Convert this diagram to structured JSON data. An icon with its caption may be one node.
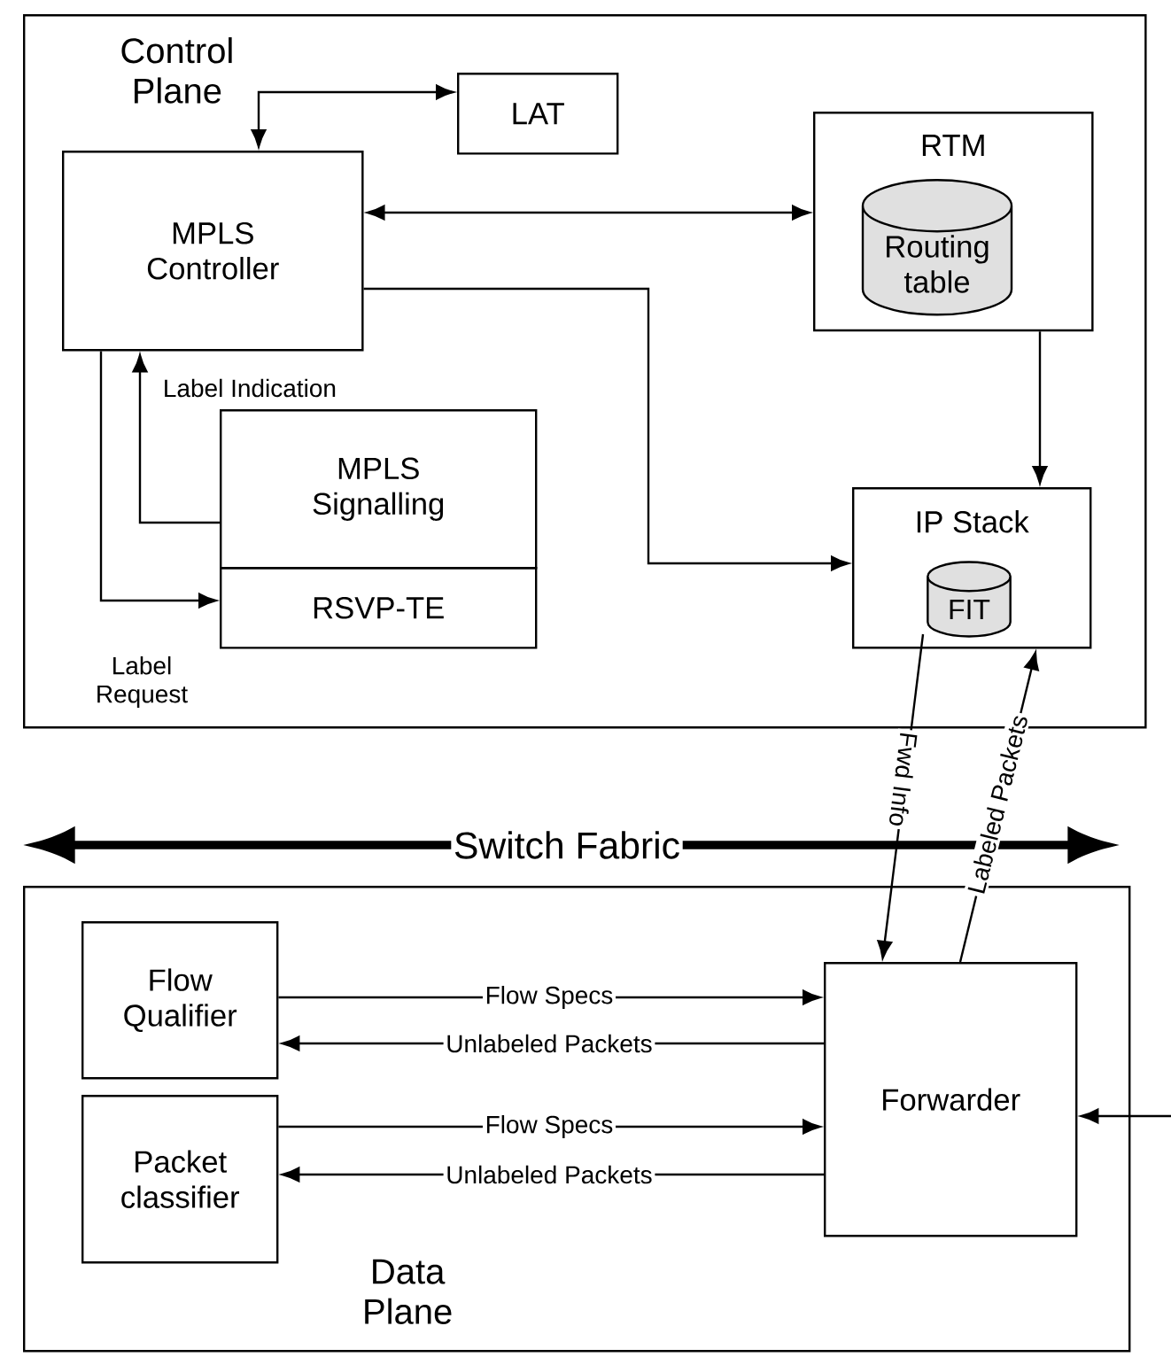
{
  "diagram": {
    "nodes": [
      {
        "text": [
          "Control Plane"
        ]
      },
      {
        "text": [
          "LAT"
        ],
        "in": 0
      },
      {
        "text": [
          "MPLS Controller"
        ],
        "in": 0
      },
      {
        "text": [
          "RTM"
        ],
        "in": 0
      },
      {
        "text": [
          "Routing table"
        ],
        "in": 3
      },
      {
        "text": [
          "MPLS Signalling"
        ],
        "in": 0
      },
      {
        "text": [
          "RSVP-TE"
        ],
        "in": 0
      },
      {
        "text": [
          "IP Stack"
        ],
        "in": 0
      },
      {
        "text": [
          "FIT"
        ],
        "in": 7
      },
      {
        "text": [
          "Data Plane"
        ]
      },
      {
        "text": [
          "Flow Qualifier"
        ],
        "in": 9
      },
      {
        "text": [
          "Packet classifier"
        ],
        "in": 9
      },
      {
        "text": [
          "Forwarder"
        ],
        "in": 9
      }
    ],
    "edges": [
      {
        "from": 2,
        "to": 1,
        "arrow": "both"
      },
      {
        "from": 2,
        "to": 3,
        "arrow": "both"
      },
      {
        "from": 2,
        "to": 7,
        "arrow": "to"
      },
      {
        "from": 3,
        "to": 7,
        "arrow": "to"
      },
      {
        "from": 5,
        "to": 2,
        "arrow": "to",
        "label": "Label Indication"
      },
      {
        "from": 2,
        "to": 6,
        "arrow": "to",
        "label": "Label Request"
      },
      {
        "from": 8,
        "to": 12,
        "arrow": "to",
        "label": "Fwd Info"
      },
      {
        "from": 12,
        "to": 7,
        "arrow": "to",
        "label": "Labeled Packets"
      },
      {
        "from": 10,
        "to": 12,
        "arrow": "to",
        "label": "Flow Specs"
      },
      {
        "from": 12,
        "to": 10,
        "arrow": "to",
        "label": "Unlabeled Packets"
      },
      {
        "from": 11,
        "to": 12,
        "arrow": "to",
        "label": "Flow Specs"
      },
      {
        "from": 12,
        "to": 11,
        "arrow": "to",
        "label": "Unlabeled Packets"
      },
      {
        "from": null,
        "to": 12,
        "arrow": "to"
      }
    ],
    "labels": [
      "Switch Fabric"
    ]
  }
}
